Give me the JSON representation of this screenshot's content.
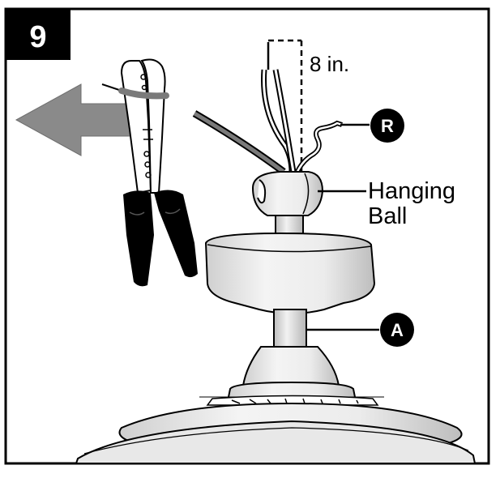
{
  "step": {
    "number": "9"
  },
  "dimension": {
    "label": "8 in."
  },
  "callouts": {
    "r": {
      "letter": "R"
    },
    "a": {
      "letter": "A"
    },
    "hanging_ball": {
      "line1": "Hanging",
      "line2": "Ball"
    }
  },
  "colors": {
    "frame": "#000000",
    "arrow": "#8a8a8a",
    "wire_gray": "#7a7a7a",
    "fan_shade": "#e2e2e2",
    "grip": "#000000",
    "badge": "#000000",
    "badge_text": "#ffffff"
  },
  "icons": [
    "step-number-badge",
    "left-arrow-icon",
    "wire-stripper-icon",
    "hanging-ball-icon",
    "fan-motor-housing-icon"
  ]
}
